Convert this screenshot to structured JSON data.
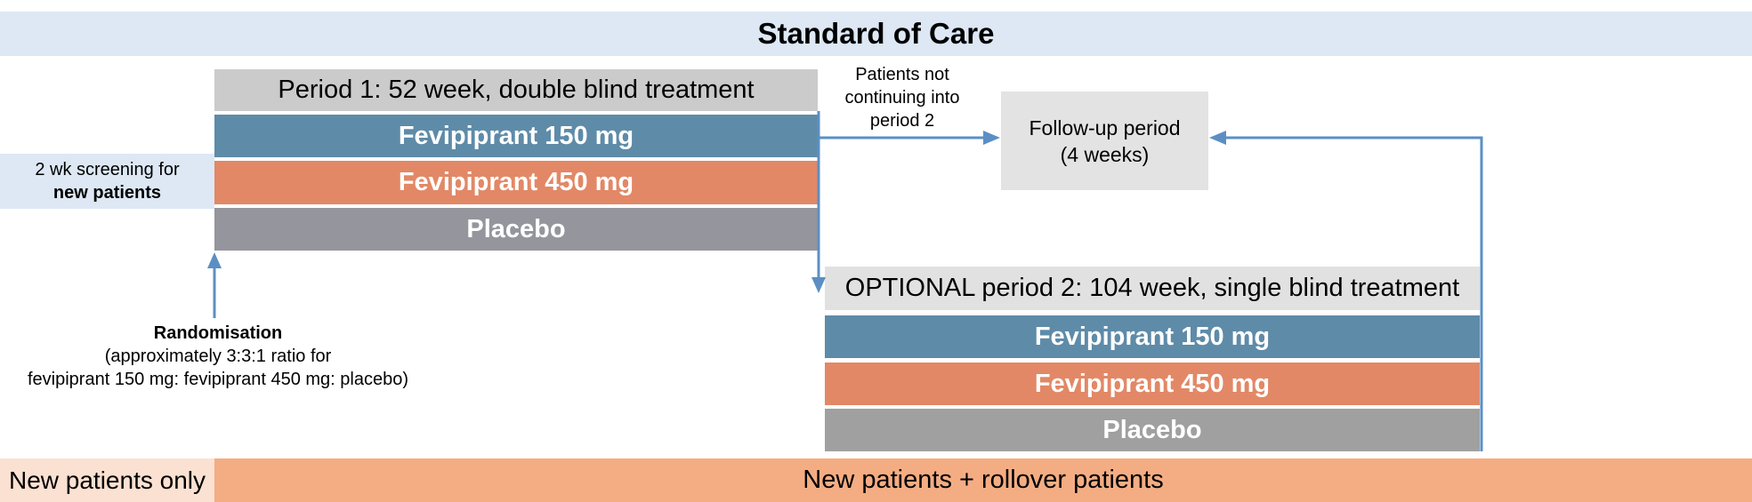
{
  "banner": {
    "standard_of_care": "Standard of Care"
  },
  "period1": {
    "header": "Period 1: 52 week, double blind treatment",
    "arms": [
      "Fevipiprant 150 mg",
      "Fevipiprant 450 mg",
      "Placebo"
    ]
  },
  "period2": {
    "header": "OPTIONAL period 2: 104 week, single blind treatment",
    "arms": [
      "Fevipiprant 150 mg",
      "Fevipiprant 450 mg",
      "Placebo"
    ]
  },
  "screening": {
    "line1": "2 wk screening for",
    "line2": "new patients"
  },
  "not_continuing": {
    "line1": "Patients not",
    "line2": "continuing into",
    "line3": "period 2"
  },
  "followup": {
    "line1": "Follow-up period",
    "line2": "(4 weeks)"
  },
  "randomisation": {
    "title": "Randomisation",
    "line1": "(approximately 3:3:1 ratio for",
    "line2": "fevipiprant 150 mg: fevipiprant 450 mg: placebo)"
  },
  "footer": {
    "new_only": "New patients only",
    "new_rollover": "New patients + rollover patients"
  },
  "colors": {
    "banner": "#dde8f4",
    "arm_150": "#5e8ba8",
    "arm_450": "#e28866",
    "placebo_p1": "#95959d",
    "placebo_p2": "#a0a0a0",
    "arrow": "#5b8fc4",
    "footer_new_only": "#fbe1d1",
    "footer_rollover": "#f4ad83"
  }
}
